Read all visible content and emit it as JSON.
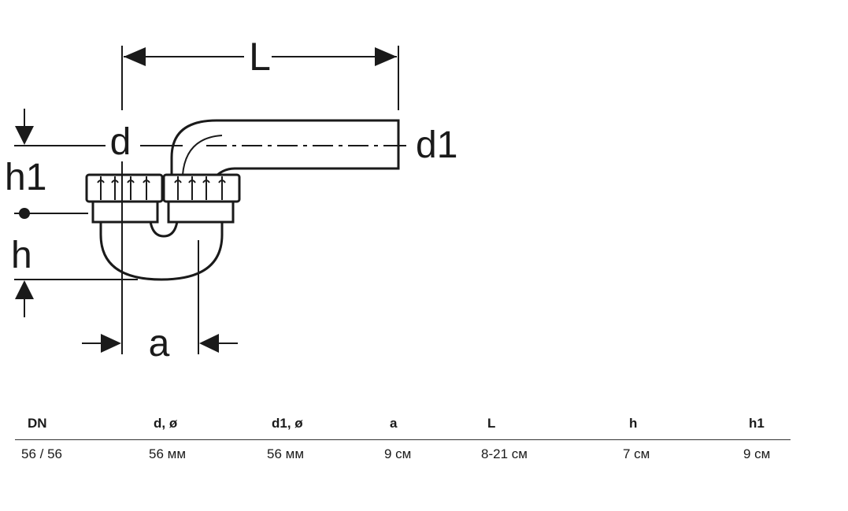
{
  "drawing": {
    "dim_labels": {
      "L": "L",
      "d": "d",
      "d1": "d1",
      "h1": "h1",
      "h": "h",
      "a": "a"
    }
  },
  "table": {
    "headers": [
      "DN",
      "d, ø",
      "d1, ø",
      "a",
      "L",
      "h",
      "h1"
    ],
    "rows": [
      [
        "56 / 56",
        "56 мм",
        "56 мм",
        "9 см",
        "8-21 см",
        "7 см",
        "9 см"
      ]
    ]
  }
}
